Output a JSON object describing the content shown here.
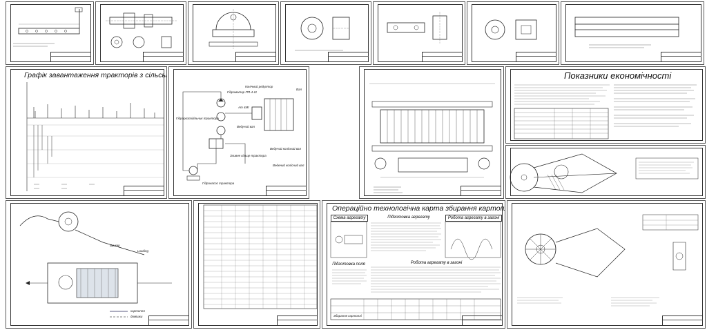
{
  "sheets": {
    "tractor_chart": {
      "title": "Графік завантаження тракторів з сільськогосподарських машин"
    },
    "hydraulic": {
      "labels": {
        "hydromotor": "Гідромотор ПП-4-11",
        "distributor": "Гідророзподільник трактора",
        "pump": "Гідронасос трактора",
        "filter": "Зливне кільце трактора",
        "reducer": "Конічний редуктор",
        "shaft": "Вал",
        "bat": "Ат 4МІ",
        "shaft_drive": "Ведучий вал",
        "drive_shaft2": "Ведучий колісний вал",
        "driven": "Ведений колісний вал"
      }
    },
    "economics": {
      "title": "Показники економічності"
    },
    "tech_map": {
      "title": "Операційно технологічна карта збирання картоплі",
      "boxes": {
        "scheme": "Схема агрегату",
        "prep": "Підготовка агрегату",
        "work": "Робота агрегату в загоні",
        "field": "Підготовка поля",
        "work2": "Робота агрегату в загоні"
      },
      "table_label": "Збирання картоплі"
    },
    "layout_scheme": {
      "labels": {
        "load": "Loading",
        "bunker": "Бункер"
      },
      "legend": {
        "potato": "картопля",
        "waste": "домішки"
      }
    }
  },
  "colors": {
    "ink": "#222222",
    "grid": "#888888",
    "sheet_bg": "#ffffff"
  }
}
